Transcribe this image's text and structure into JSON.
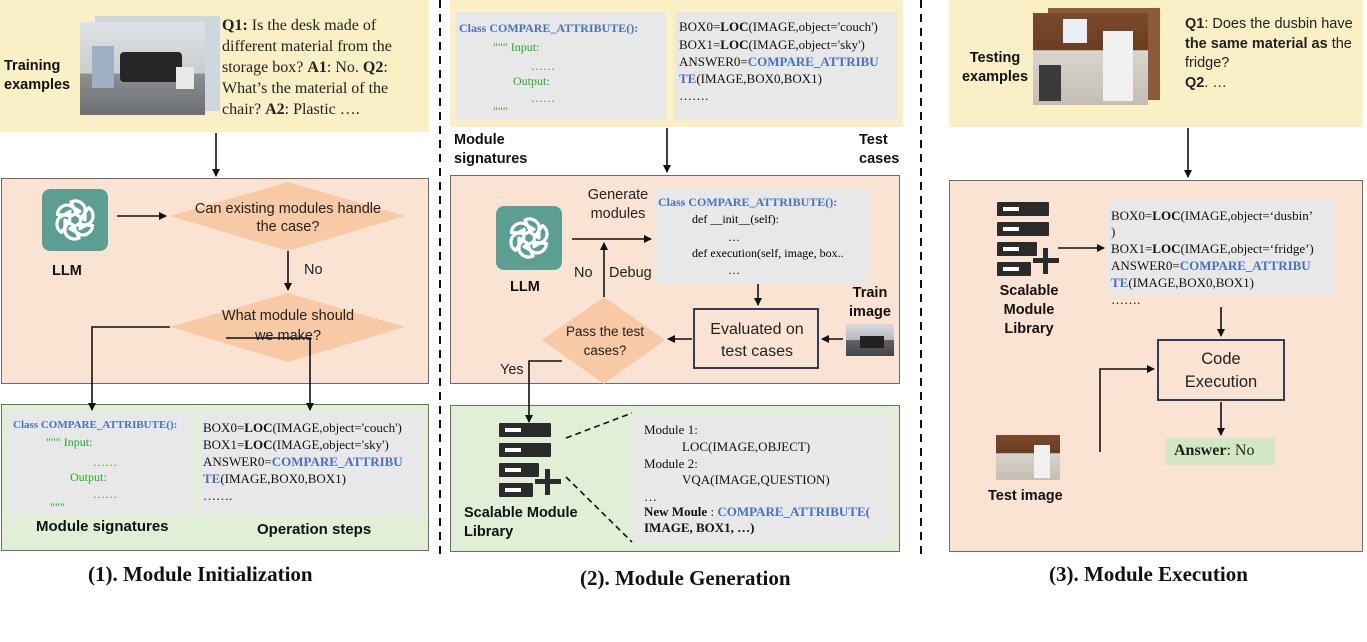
{
  "panel1": {
    "training_label": "Training examples",
    "qa": [
      {
        "q_label": "Q1:",
        "q_text": " Is the desk made of different material from the storage box?",
        "a_label": "A1",
        "a_text": ": No."
      },
      {
        "q_label": "Q2",
        "q_text": ": What’s the material of the chair?",
        "a_label": "A2",
        "a_text": ": Plastic …."
      }
    ],
    "llm_label": "LLM",
    "diamond1": "Can existing modules handle the case?",
    "no_label": "No",
    "diamond2": "What module should we make?",
    "signature": {
      "class_prefix": "Class ",
      "class_name": "COMPARE_ATTRIBUTE():",
      "input_line": "\"\"\" Input:",
      "dots1": "……",
      "output_line": "Output:",
      "dots2": "……",
      "end_quote": "\"\"\""
    },
    "ops": {
      "l1_pre": "BOX0=",
      "l1_fn": "LOC",
      "l1_post": "(IMAGE,object='couch')",
      "l2_pre": "BOX1=",
      "l2_fn": "LOC",
      "l2_post": "(IMAGE,object='sky')",
      "l3_pre": "ANSWER0=",
      "l3_fn_a": "COMPARE_ATTRIBU",
      "l3_fn_b": "TE",
      "l4_post": "(IMAGE,BOX0,BOX1)",
      "l5": "……."
    },
    "module_signatures_label": "Module signatures",
    "operation_steps_label": "Operation steps",
    "caption": "(1). Module Initialization"
  },
  "panel2": {
    "signature": {
      "class_prefix": "Class ",
      "class_name": "COMPARE_ATTRIBUTE():",
      "input_line": "\"\"\" Input:",
      "dots1": "……",
      "output_line": "Output:",
      "dots2": "……",
      "end_quote": "\"\"\""
    },
    "tests": {
      "l1_pre": "BOX0=",
      "l1_fn": "LOC",
      "l1_post": "(IMAGE,object='couch')",
      "l2_pre": "BOX1=",
      "l2_fn": "LOC",
      "l2_post": "(IMAGE,object='sky')",
      "l3_pre": "ANSWER0=",
      "l3_fn_a": "COMPARE_ATTRIBU",
      "l3_fn_b": "TE",
      "l4_post": "(IMAGE,BOX0,BOX1)",
      "l5": "……."
    },
    "module_signatures_label": "Module signatures",
    "test_cases_label": "Test cases",
    "generate_label": "Generate modules",
    "llm_label": "LLM",
    "no_label": "No",
    "debug_label": "Debug",
    "code": {
      "class_prefix": "Class ",
      "class_name": "COMPARE_ATTRIBUTE():",
      "l2": "def __init__(self):",
      "l3": "…",
      "l4": "def execution(self, image, box..",
      "l5": "…"
    },
    "train_image_label": "Train image",
    "evaluated_label": "Evaluated on test cases",
    "diamond": "Pass the test cases?",
    "yes_label": "Yes",
    "library_label": "Scalable Module Library",
    "modules": {
      "m1": "Module 1:",
      "m1_fn": "LOC(IMAGE,OBJECT)",
      "m2": "Module 2:",
      "m2_fn": "VQA(IMAGE,QUESTION)",
      "ellipsis": "…",
      "new_label": "New Moule",
      "new_sep": " : ",
      "new_fn_a": "COMPARE_ATTRIBUTE(",
      "new_fn_b": "IMAGE, BOX1, …)"
    },
    "caption": "(2). Module Generation"
  },
  "panel3": {
    "testing_label": "Testing examples",
    "q1_label": "Q1",
    "q1_text_a": ": Does the dusbin have ",
    "q1_bold": "the same material as",
    "q1_text_b": " the fridge?",
    "q2_label": "Q2",
    "q2_text": ". …",
    "library_label": "Scalable Module Library",
    "program": {
      "l1_pre": "BOX0=",
      "l1_fn": "LOC",
      "l1_post": "(IMAGE,object=‘dusbin’",
      "l1b": ")",
      "l2_pre": "BOX1=",
      "l2_fn": "LOC",
      "l2_post": "(IMAGE,object=‘fridge’)",
      "l3_pre": "ANSWER0=",
      "l3_fn_a": "COMPARE_ATTRIBU",
      "l3_fn_b": "TE",
      "l4_post": "(IMAGE,BOX0,BOX1)",
      "l5": "……."
    },
    "code_execution_label": "Code Execution",
    "test_image_label": "Test image",
    "answer_label": "Answer",
    "answer_value": ": No",
    "caption": "(3). Module Execution"
  },
  "colors": {
    "yellow_bg": "#fbefc6",
    "peach_bg": "#fbe3d4",
    "green_bg": "#e0efd6",
    "diamond": "#f7c9a5",
    "code_gray": "#e8e8e8",
    "keyword_blue": "#4472c4",
    "comment_green": "#22aa22",
    "llm_teal": "#5d9e92"
  },
  "icons": [
    "openai-logo-icon",
    "module-library-icon"
  ]
}
